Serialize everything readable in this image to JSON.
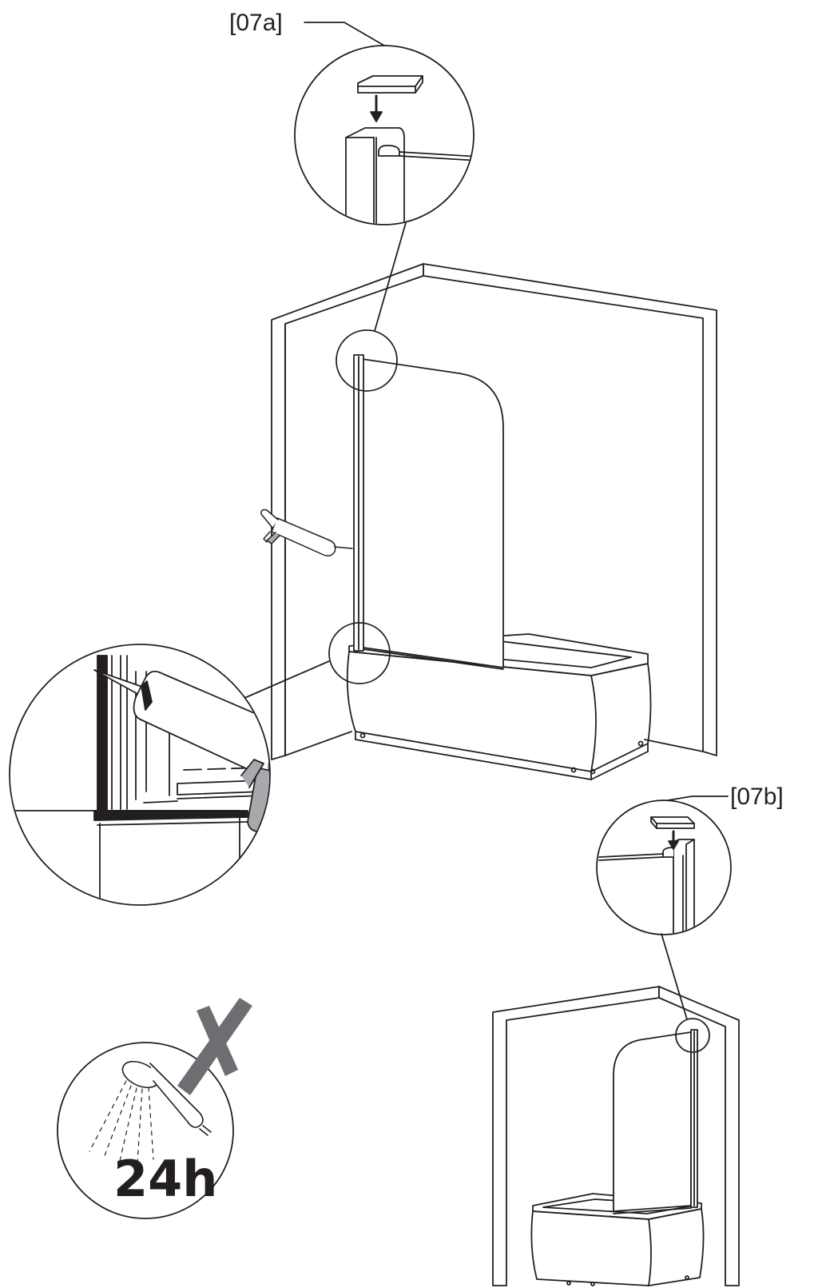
{
  "callouts": {
    "part_a": "[07a]",
    "part_b": "[07b]"
  },
  "cure_note": {
    "duration": "24h"
  },
  "colors": {
    "line": "#231f20",
    "fill": "#ffffff",
    "grey": "#a7a9ac",
    "cross": "#6d6e71"
  },
  "icons": [
    "caulking-gun-icon",
    "shower-head-icon",
    "prohibited-cross-icon",
    "down-arrow-icon"
  ]
}
